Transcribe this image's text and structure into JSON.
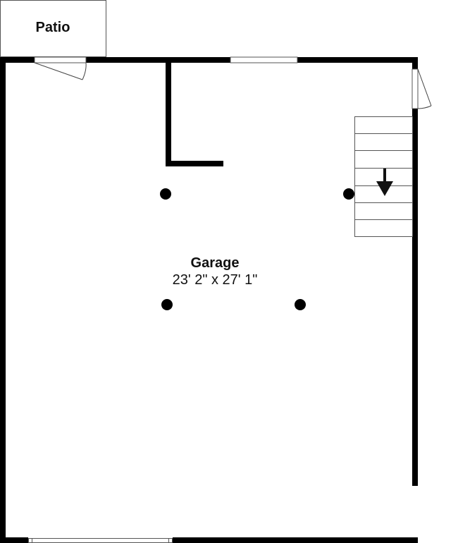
{
  "plan": {
    "rooms": [
      {
        "name": "Patio",
        "dimensions": ""
      },
      {
        "name": "Garage",
        "dimensions": "23' 2\" x 27' 1\""
      }
    ],
    "patio": {
      "label": "Patio"
    },
    "garage": {
      "label": "Garage",
      "dimensions": "23' 2\" x 27' 1\""
    },
    "stairs": {
      "steps": 7,
      "direction": "down"
    },
    "columns": 4,
    "colors": {
      "wall": "#000000",
      "thin_line": "#555555",
      "background": "#ffffff"
    }
  }
}
